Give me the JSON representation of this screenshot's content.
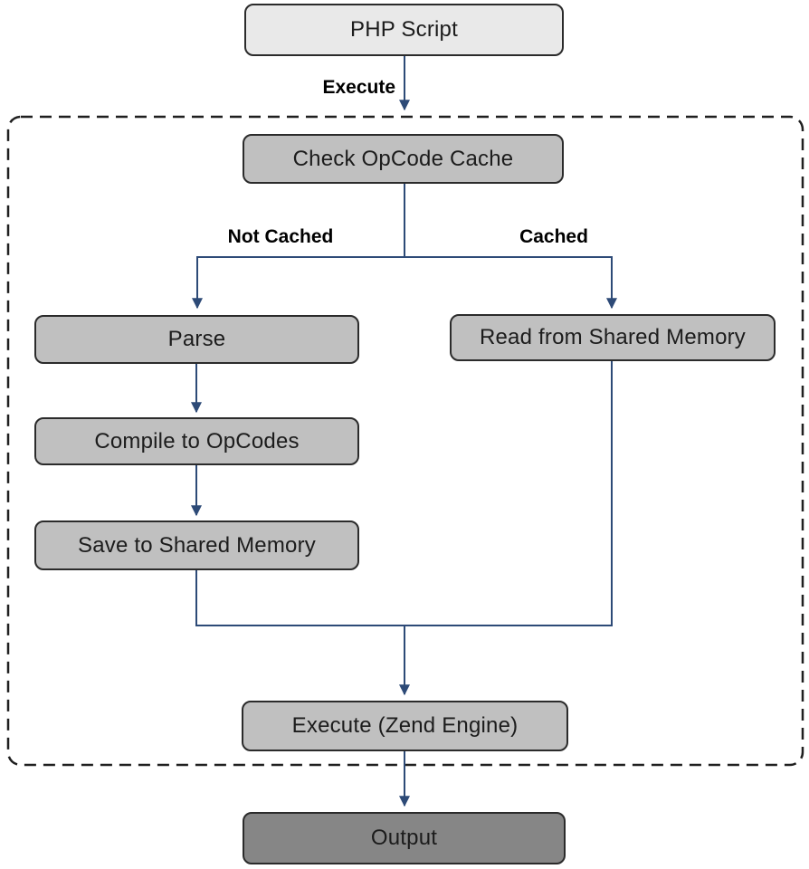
{
  "nodes": {
    "php_script": "PHP Script",
    "check_opcode_cache": "Check OpCode Cache",
    "parse": "Parse",
    "compile_to_opcodes": "Compile to OpCodes",
    "save_to_shared_memory": "Save to Shared Memory",
    "read_from_shared_memory": "Read from Shared Memory",
    "execute_zend_engine": "Execute (Zend Engine)",
    "output": "Output"
  },
  "edge_labels": {
    "execute": "Execute",
    "not_cached": "Not Cached",
    "cached": "Cached"
  },
  "colors": {
    "node_fill": "#c0c0c0",
    "node_fill_start": "#e9e9e9",
    "node_fill_end": "#868686",
    "node_border": "#2b2b2b",
    "node_text": "#1c1c1c",
    "arrow": "#2d4a77",
    "boundary": "#1f1f1f",
    "label_text": "#000000"
  }
}
